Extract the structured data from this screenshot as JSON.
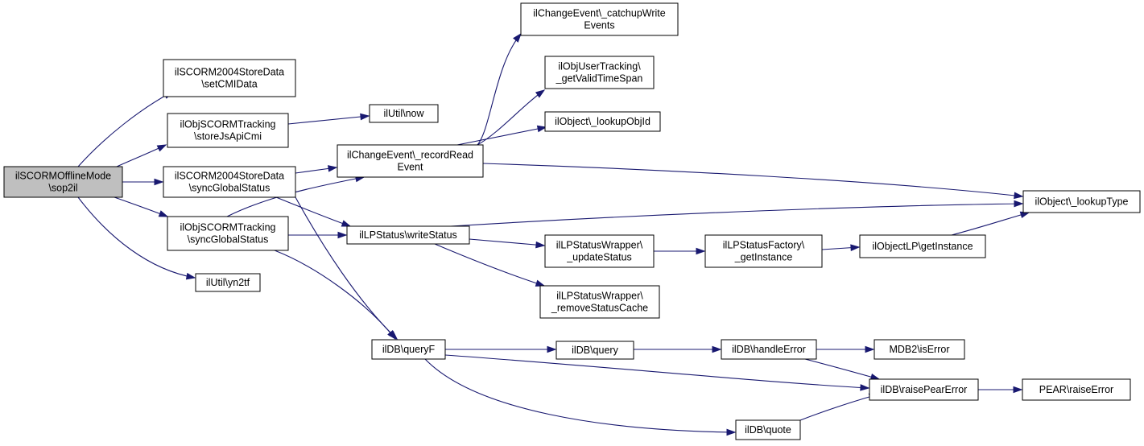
{
  "colors": {
    "edge": "#191970",
    "root_fill": "#bfbfbf",
    "node_fill": "#ffffff",
    "border": "#000000"
  },
  "nodes": [
    {
      "id": "sop2il",
      "lines": [
        "ilSCORMOfflineMode",
        "\\sop2il"
      ]
    },
    {
      "id": "setCMIData",
      "lines": [
        "ilSCORM2004StoreData",
        "\\setCMIData"
      ]
    },
    {
      "id": "storeJsApiCmi",
      "lines": [
        "ilObjSCORMTracking",
        "\\storeJsApiCmi"
      ]
    },
    {
      "id": "sync2004",
      "lines": [
        "ilSCORM2004StoreData",
        "\\syncGlobalStatus"
      ]
    },
    {
      "id": "syncTracking",
      "lines": [
        "ilObjSCORMTracking",
        "\\syncGlobalStatus"
      ]
    },
    {
      "id": "yn2tf",
      "lines": [
        "ilUtil\\yn2tf"
      ]
    },
    {
      "id": "now",
      "lines": [
        "ilUtil\\now"
      ]
    },
    {
      "id": "recordRead",
      "lines": [
        "ilChangeEvent\\_recordRead",
        "Event"
      ]
    },
    {
      "id": "writeStatus",
      "lines": [
        "ilLPStatus\\writeStatus"
      ]
    },
    {
      "id": "queryF",
      "lines": [
        "ilDB\\queryF"
      ]
    },
    {
      "id": "catchup",
      "lines": [
        "ilChangeEvent\\_catchupWrite",
        "Events"
      ]
    },
    {
      "id": "validTime",
      "lines": [
        "ilObjUserTracking\\",
        "_getValidTimeSpan"
      ]
    },
    {
      "id": "lookupObjId",
      "lines": [
        "ilObject\\_lookupObjId"
      ]
    },
    {
      "id": "updateStatus",
      "lines": [
        "ilLPStatusWrapper\\",
        "_updateStatus"
      ]
    },
    {
      "id": "removeCache",
      "lines": [
        "ilLPStatusWrapper\\",
        "_removeStatusCache"
      ]
    },
    {
      "id": "query",
      "lines": [
        "ilDB\\query"
      ]
    },
    {
      "id": "quote",
      "lines": [
        "ilDB\\quote"
      ]
    },
    {
      "id": "factory",
      "lines": [
        "ilLPStatusFactory\\",
        "_getInstance"
      ]
    },
    {
      "id": "handleError",
      "lines": [
        "ilDB\\handleError"
      ]
    },
    {
      "id": "objectLP",
      "lines": [
        "ilObjectLP\\getInstance"
      ]
    },
    {
      "id": "lookupType",
      "lines": [
        "ilObject\\_lookupType"
      ]
    },
    {
      "id": "mdb2",
      "lines": [
        "MDB2\\isError"
      ]
    },
    {
      "id": "raisePear",
      "lines": [
        "ilDB\\raisePearError"
      ]
    },
    {
      "id": "pearRaise",
      "lines": [
        "PEAR\\raiseError"
      ]
    }
  ],
  "edges": [
    [
      "sop2il",
      "setCMIData"
    ],
    [
      "sop2il",
      "storeJsApiCmi"
    ],
    [
      "sop2il",
      "sync2004"
    ],
    [
      "sop2il",
      "syncTracking"
    ],
    [
      "sop2il",
      "yn2tf"
    ],
    [
      "storeJsApiCmi",
      "now"
    ],
    [
      "sync2004",
      "recordRead"
    ],
    [
      "sync2004",
      "writeStatus"
    ],
    [
      "sync2004",
      "queryF"
    ],
    [
      "syncTracking",
      "recordRead"
    ],
    [
      "syncTracking",
      "writeStatus"
    ],
    [
      "syncTracking",
      "queryF"
    ],
    [
      "recordRead",
      "catchup"
    ],
    [
      "recordRead",
      "validTime"
    ],
    [
      "recordRead",
      "lookupObjId"
    ],
    [
      "recordRead",
      "lookupType"
    ],
    [
      "writeStatus",
      "lookupType"
    ],
    [
      "writeStatus",
      "updateStatus"
    ],
    [
      "writeStatus",
      "removeCache"
    ],
    [
      "updateStatus",
      "factory"
    ],
    [
      "factory",
      "objectLP"
    ],
    [
      "objectLP",
      "lookupType"
    ],
    [
      "queryF",
      "query"
    ],
    [
      "queryF",
      "raisePear"
    ],
    [
      "queryF",
      "quote"
    ],
    [
      "query",
      "handleError"
    ],
    [
      "handleError",
      "mdb2"
    ],
    [
      "handleError",
      "raisePear"
    ],
    [
      "quote",
      "raisePear"
    ],
    [
      "raisePear",
      "pearRaise"
    ]
  ]
}
